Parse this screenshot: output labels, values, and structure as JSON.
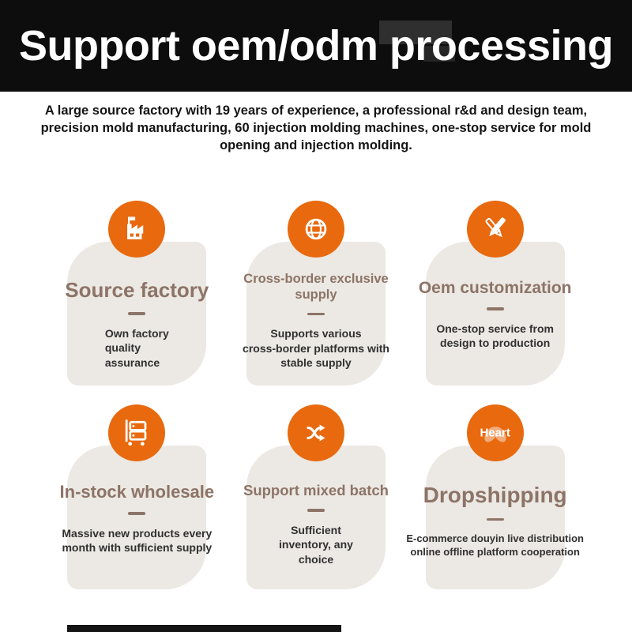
{
  "header": {
    "title": "Support oem/odm processing",
    "subtitle": "A large source factory with 19 years of experience, a professional r&d and design team,\nprecision mold manufacturing, 60 injection molding machines, one-stop service for mold\nopening and injection molding."
  },
  "colors": {
    "accent_orange": "#e8690e",
    "title_brown": "#8c7467",
    "header_black": "#0d0d0d",
    "card_beige": "#ece8e3"
  },
  "cards": [
    {
      "title": "Source factory",
      "icon": "factory-icon",
      "description": "Own factory\nquality\nassurance"
    },
    {
      "title": "Cross-border exclusive\nsupply",
      "icon": "globe-icon",
      "description": "Supports various\ncross-border platforms with\nstable supply"
    },
    {
      "title": "Oem customization",
      "icon": "design-pen-icon",
      "description": "One-stop service from\ndesign to production"
    },
    {
      "title": "In-stock wholesale",
      "icon": "stock-cart-icon",
      "description": "Massive new products every\nmonth with sufficient supply"
    },
    {
      "title": "Support mixed batch",
      "icon": "shuffle-arrows-icon",
      "description": "Sufficient\ninventory, any\nchoice"
    },
    {
      "title": "Dropshipping",
      "icon": "heart-hands-icon",
      "icon_label": "Heart",
      "description": "E-commerce douyin live distribution\nonline offline platform cooperation"
    }
  ]
}
